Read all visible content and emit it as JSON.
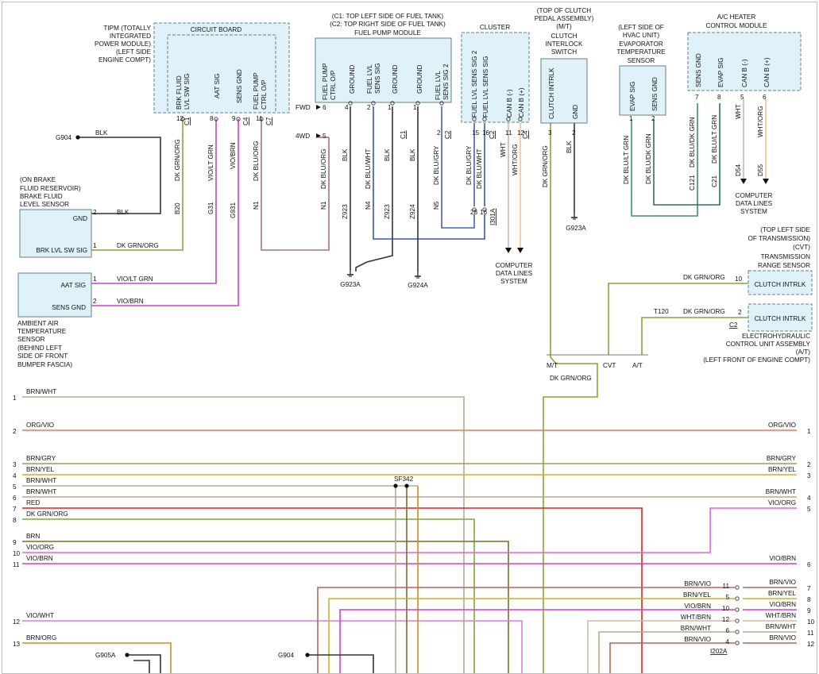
{
  "colors": {
    "box_fill": "#dff2fa",
    "box_stroke": "#6a7f88",
    "BLK": "#333333",
    "DK_GRN_ORG": "#7ea93c",
    "VIO_LT_GRN": "#b84fc6",
    "VIO_BRN": "#d93fc3",
    "DK_BLU_ORG": "#a27772",
    "DK_BLU_WHT": "#3d57b3",
    "DK_BLU_GRY": "#4760b0",
    "WHT": "#bdbdbd",
    "WHT_ORG": "#f0c39b",
    "DK_BLU_LT_GRN": "#3b8e6b",
    "DK_BLU_DK_GRN": "#2f6f61",
    "BRN_WHT": "#b5ab86",
    "ORG_VIO": "#e77a62",
    "BRN_GRY": "#a39b5b",
    "BRN_YEL": "#c9b327",
    "RED": "#e02020",
    "BRN": "#7f6a2e",
    "VIO_ORG": "#ef62d3",
    "VIO_WHT": "#de7cd9",
    "BRN_ORG": "#cc8e23",
    "BRN_VIO": "#b06a58",
    "WHT_BRN": "#cdbf9a"
  },
  "texts": {
    "tipm_1": "TIPM (TOTALLY",
    "tipm_2": "INTEGRATED",
    "tipm_3": "POWER MODULE)",
    "tipm_4": "(LEFT SIDE",
    "tipm_5": "ENGINE COMPT)",
    "circuit_board": "CIRCUIT BOARD",
    "tipm_pin_brk_1": "BRK FLUID",
    "tipm_pin_brk_2": "LVL SW SIG",
    "tipm_pin_aat": "AAT SIG",
    "tipm_pin_sens": "SENS GND",
    "tipm_pin_fp_1": "FUEL PUMP",
    "tipm_pin_fp_2": "CTRL O/P",
    "fpm_1": "(C1: TOP LEFT SIDE OF FUEL TANK)",
    "fpm_2": "(C2: TOP RIGHT SIDE OF FUEL TANK)",
    "fpm_3": "FUEL PUMP MODULE",
    "fpm_pin_fp_1": "FUEL PUMP",
    "fpm_pin_fp_2": "CTRL O/P",
    "fpm_pin_gnd": "GROUND",
    "fpm_pin_lvl_1": "FUEL LVL",
    "fpm_pin_lvl_2": "SENS SIG",
    "fpm_pin_gnd2": "GROUND",
    "fpm_pin_gnd3": "GROUND",
    "fpm_pin_lvl2_1": "FUEL LVL",
    "fpm_pin_lvl2_2": "SENS SIG 2",
    "cluster": "CLUSTER",
    "cl_pin_1": "FUEL LVL SENS SIG 2",
    "cl_pin_2": "FUEL LVL SENS SIG",
    "cl_pin_3": "CAN B (-)",
    "cl_pin_4": "CAN B (+)",
    "cis_1": "(TOP OF CLUTCH",
    "cis_2": "PEDAL ASSEMBLY)",
    "cis_3": "(M/T)",
    "cis_4": "CLUTCH",
    "cis_5": "INTERLOCK",
    "cis_6": "SWITCH",
    "cis_pin_1": "CLUTCH INTRLK",
    "cis_pin_2": "GND",
    "evap_1": "(LEFT SIDE OF",
    "evap_2": "HVAC UNIT)",
    "evap_3": "EVAPORATOR",
    "evap_4": "TEMPERATURE",
    "evap_5": "SENSOR",
    "evap_pin_1": "EVAP SIG",
    "evap_pin_2": "SENS GND",
    "ac_1": "A/C HEATER",
    "ac_2": "CONTROL MODULE",
    "ac_pin_1": "SENS GND",
    "ac_pin_2": "EVAP SIG",
    "ac_pin_3": "CAN B (-)",
    "ac_pin_4": "CAN B (+)",
    "g904_top": "G904",
    "blk": "BLK",
    "dk_grn_org": "DK GRN/ORG",
    "vio_lt_grn": "VIO/LT GRN",
    "vio_brn": "VIO/BRN",
    "dk_blu_org": "DK BLU/ORG",
    "dk_blu_wht": "DK BLU/WHT",
    "dk_blu_gry": "DK BLU/GRY",
    "wht": "WHT",
    "wht_org": "WHT/ORG",
    "dk_blu_lt_grn": "DK BLU/LT GRN",
    "dk_blu_dk_grn": "DK BLU/DK GRN",
    "b20": "B20",
    "g31": "G31",
    "g931": "G931",
    "n1": "N1",
    "n1b": "N1",
    "z923": "Z923",
    "n4": "N4",
    "z923b": "Z923",
    "z924": "Z924",
    "n5": "N5",
    "c121": "C121",
    "c21": "C21",
    "d54": "D54",
    "d55": "D55",
    "t120": "T120",
    "i301a": "I301A",
    "c1": "C1",
    "c2": "C2",
    "c3": "C3",
    "c4": "C4",
    "c7": "C7",
    "fwd": "FWD",
    "fourwd": "4WD",
    "bfs_1": "(ON BRAKE",
    "bfs_2": "FLUID RESERVOIR)",
    "bfs_3": "BRAKE FLUID",
    "bfs_4": "LEVEL SENSOR",
    "bfs_pin_gnd": "GND",
    "bfs_pin_sig": "BRK LVL SW SIG",
    "aat_pin_1": "AAT SIG",
    "aat_pin_2": "SENS GND",
    "aat_1": "AMBIENT AIR",
    "aat_2": "TEMPERATURE",
    "aat_3": "SENSOR",
    "aat_4": "(BEHIND LEFT",
    "aat_5": "SIDE OF FRONT",
    "aat_6": "BUMPER FASCIA)",
    "g923a": "G923A",
    "g923a_b": "G923A",
    "g924a": "G924A",
    "cdl_1": "COMPUTER",
    "cdl_2": "DATA LINES",
    "cdl_3": "SYSTEM",
    "cdl2_1": "COMPUTER",
    "cdl2_2": "DATA LINES",
    "cdl2_3": "SYSTEM",
    "trs_1": "(TOP LEFT SIDE",
    "trs_2": "OF TRANSMISSION)",
    "trs_3": "(CVT)",
    "trs_4": "TRANSMISSION",
    "trs_5": "RANGE SENSOR",
    "trs_pin": "CLUTCH INTRLK",
    "ehc_pin": "CLUTCH INTRLK",
    "ehc_1": "ELECTROHYDRAULIC",
    "ehc_2": "CONTROL UNIT ASSEMBLY",
    "ehc_3": "(A/T)",
    "ehc_4": "(LEFT FRONT OF ENGINE COMPT)",
    "mt": "M/T",
    "cvt": "CVT",
    "at": "A/T",
    "sf342": "SF342",
    "i202a": "I202A",
    "g905a": "G905A",
    "g904_bot": "G904",
    "left_rows": [
      "BRN/WHT",
      "ORG/VIO",
      "BRN/GRY",
      "BRN/YEL",
      "BRN/WHT",
      "BRN/WHT",
      "RED",
      "DK GRN/ORG",
      "BRN",
      "VIO/ORG",
      "VIO/BRN",
      "VIO/WHT",
      "BRN/ORG"
    ],
    "right_rows": [
      "ORG/VIO",
      "BRN/GRY",
      "BRN/YEL",
      "BRN/WHT",
      "VIO/ORG",
      "VIO/BRN",
      "BRN/VIO",
      "BRN/YEL",
      "VIO/BRN",
      "WHT/BRN",
      "BRN/WHT",
      "BRN/VIO"
    ],
    "i202_inner": [
      "BRN/VIO",
      "BRN/YEL",
      "VIO/BRN",
      "WHT/BRN",
      "BRN/WHT",
      "BRN/VIO"
    ],
    "pin_numbers": [
      "1",
      "2",
      "3",
      "4",
      "5",
      "6",
      "7",
      "8",
      "9",
      "10",
      "11",
      "12",
      "13",
      "16",
      "28",
      "15"
    ]
  }
}
